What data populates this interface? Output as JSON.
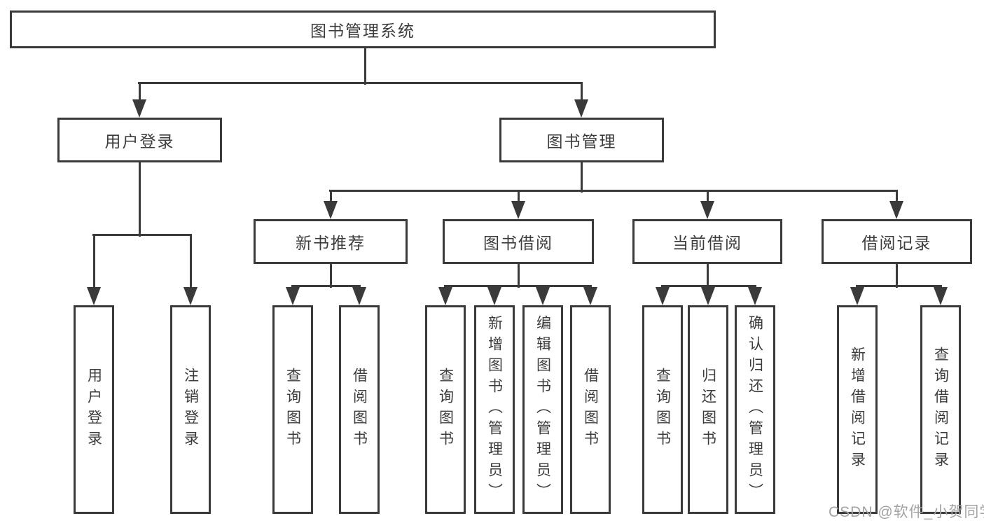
{
  "theme": {
    "background": "#ffffff",
    "line_color": "#3a3a3a",
    "text_color": "#3c3c3c",
    "watermark_color": "#a3a3a3"
  },
  "diagram": {
    "root": {
      "label": "图书管理系统"
    },
    "level2": [
      {
        "label": "用户登录"
      },
      {
        "label": "图书管理"
      }
    ],
    "level3": [
      {
        "label": "新书推荐",
        "parent": "图书管理"
      },
      {
        "label": "图书借阅",
        "parent": "图书管理"
      },
      {
        "label": "当前借阅",
        "parent": "图书管理"
      },
      {
        "label": "借阅记录",
        "parent": "图书管理"
      }
    ],
    "leaves": [
      {
        "label": "用户登录",
        "parent": "用户登录"
      },
      {
        "label": "注销登录",
        "parent": "用户登录"
      },
      {
        "label": "查询图书",
        "parent": "新书推荐"
      },
      {
        "label": "借阅图书",
        "parent": "新书推荐"
      },
      {
        "label": "查询图书",
        "parent": "图书借阅"
      },
      {
        "label": "新增图书（管理员）",
        "parent": "图书借阅"
      },
      {
        "label": "编辑图书（管理员）",
        "parent": "图书借阅"
      },
      {
        "label": "借阅图书",
        "parent": "图书借阅"
      },
      {
        "label": "查询图书",
        "parent": "当前借阅"
      },
      {
        "label": "归还图书",
        "parent": "当前借阅"
      },
      {
        "label": "确认归还（管理员）",
        "parent": "当前借阅"
      },
      {
        "label": "新增借阅记录",
        "parent": "借阅记录"
      },
      {
        "label": "查询借阅记录",
        "parent": "借阅记录"
      }
    ]
  },
  "watermark": {
    "text": "CSDN @软件_小贺同学"
  }
}
